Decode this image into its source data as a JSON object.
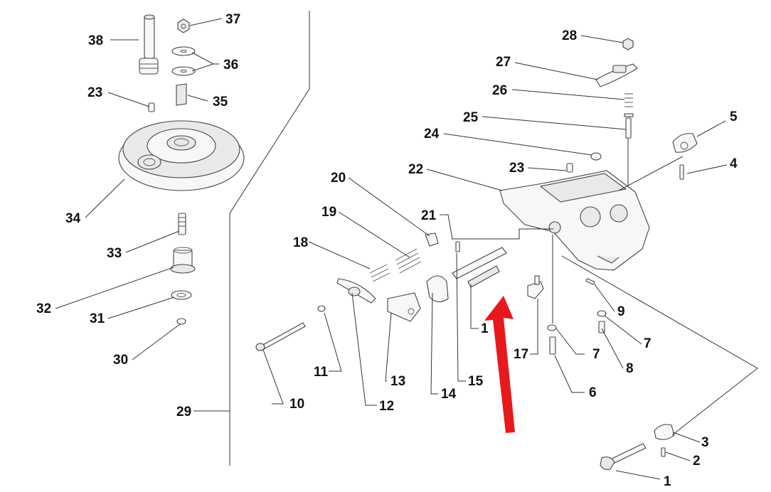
{
  "diagram": {
    "labels": [
      "1",
      "2",
      "3",
      "4",
      "5",
      "6",
      "7",
      "7",
      "8",
      "9",
      "10",
      "11",
      "12",
      "13",
      "14",
      "15",
      "17",
      "18",
      "19",
      "20",
      "21",
      "22",
      "23",
      "23",
      "24",
      "25",
      "26",
      "27",
      "28",
      "29",
      "30",
      "31",
      "32",
      "33",
      "34",
      "35",
      "36",
      "37",
      "38"
    ],
    "callout_partial": "1"
  },
  "colors": {
    "arrow": "#e8191c",
    "line": "#333333",
    "background": "#ffffff"
  }
}
